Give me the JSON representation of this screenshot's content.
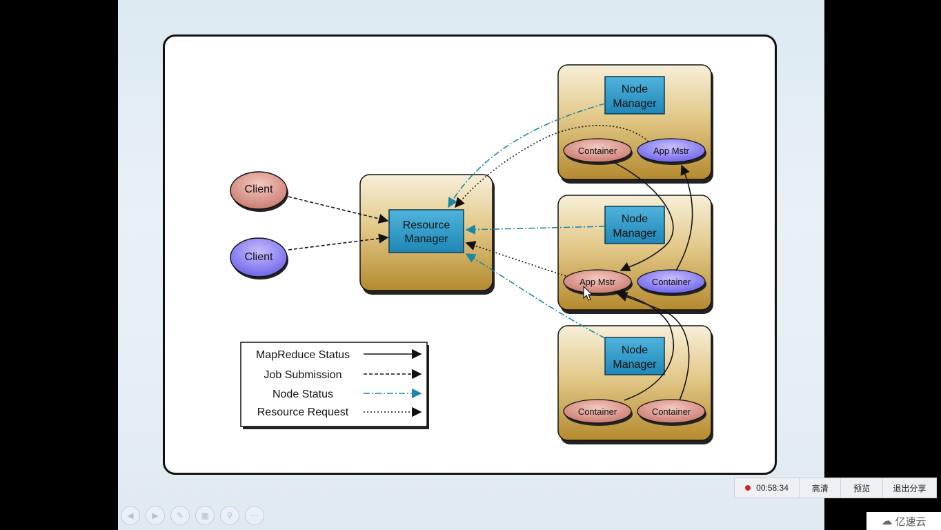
{
  "diagram": {
    "nodes": {
      "client_1": "Client",
      "client_2": "Client",
      "resource_manager": [
        "Resource",
        "Manager"
      ],
      "node_manager_1": [
        "Node",
        "Manager"
      ],
      "node_manager_2": [
        "Node",
        "Manager"
      ],
      "node_manager_3": [
        "Node",
        "Manager"
      ],
      "node1_container": "Container",
      "node1_app_mstr": "App Mstr",
      "node2_app_mstr": "App Mstr",
      "node2_container": "Container",
      "node3_container_1": "Container",
      "node3_container_2": "Container"
    },
    "legend": [
      {
        "label": "MapReduce Status",
        "style": "solid"
      },
      {
        "label": "Job Submission",
        "style": "dashed"
      },
      {
        "label": "Node Status",
        "style": "dash-dot"
      },
      {
        "label": "Resource Request",
        "style": "dotted"
      }
    ],
    "colors": {
      "node_box": "#c8a048",
      "manager_box": "#2e9ac8",
      "client_red": "#d8877f",
      "client_blue": "#7a6df0",
      "container_red": "#e3a59c",
      "app_mstr_blue": "#8a7ef4",
      "node_status_line": "#1a86a8"
    }
  },
  "recording": {
    "timer": "00:58:34",
    "hd": "高清",
    "preview": "预览",
    "exit_share": "退出分享"
  },
  "nav_buttons": [
    {
      "icon": "prev-icon"
    },
    {
      "icon": "next-icon"
    },
    {
      "icon": "pen-icon"
    },
    {
      "icon": "slides-icon"
    },
    {
      "icon": "zoom-icon"
    },
    {
      "icon": "more-icon"
    }
  ],
  "watermark": {
    "text": "亿速云"
  }
}
